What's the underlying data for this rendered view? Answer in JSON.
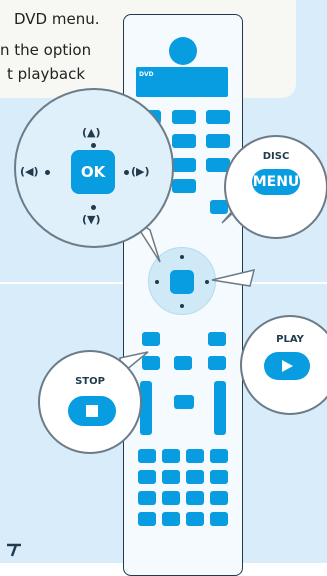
{
  "instructions": {
    "line1": "DVD menu.",
    "line2": "n the option",
    "line3": "t playback"
  },
  "remote": {
    "dvd_label": "DVD"
  },
  "nav_callout": {
    "ok_label": "OK",
    "up": "(▲)",
    "down": "(▼)",
    "left": "(◀)",
    "right": "(▶)"
  },
  "disc_menu_callout": {
    "top_label": "DISC",
    "button_label": "MENU"
  },
  "play_callout": {
    "top_label": "PLAY",
    "button_icon": "play-triangle-icon"
  },
  "stop_callout": {
    "top_label": "STOP",
    "button_icon": "stop-square-icon"
  },
  "colors": {
    "accent": "#089ce0",
    "background_blue": "#d6ecf8",
    "outline": "#1f3b4d"
  }
}
